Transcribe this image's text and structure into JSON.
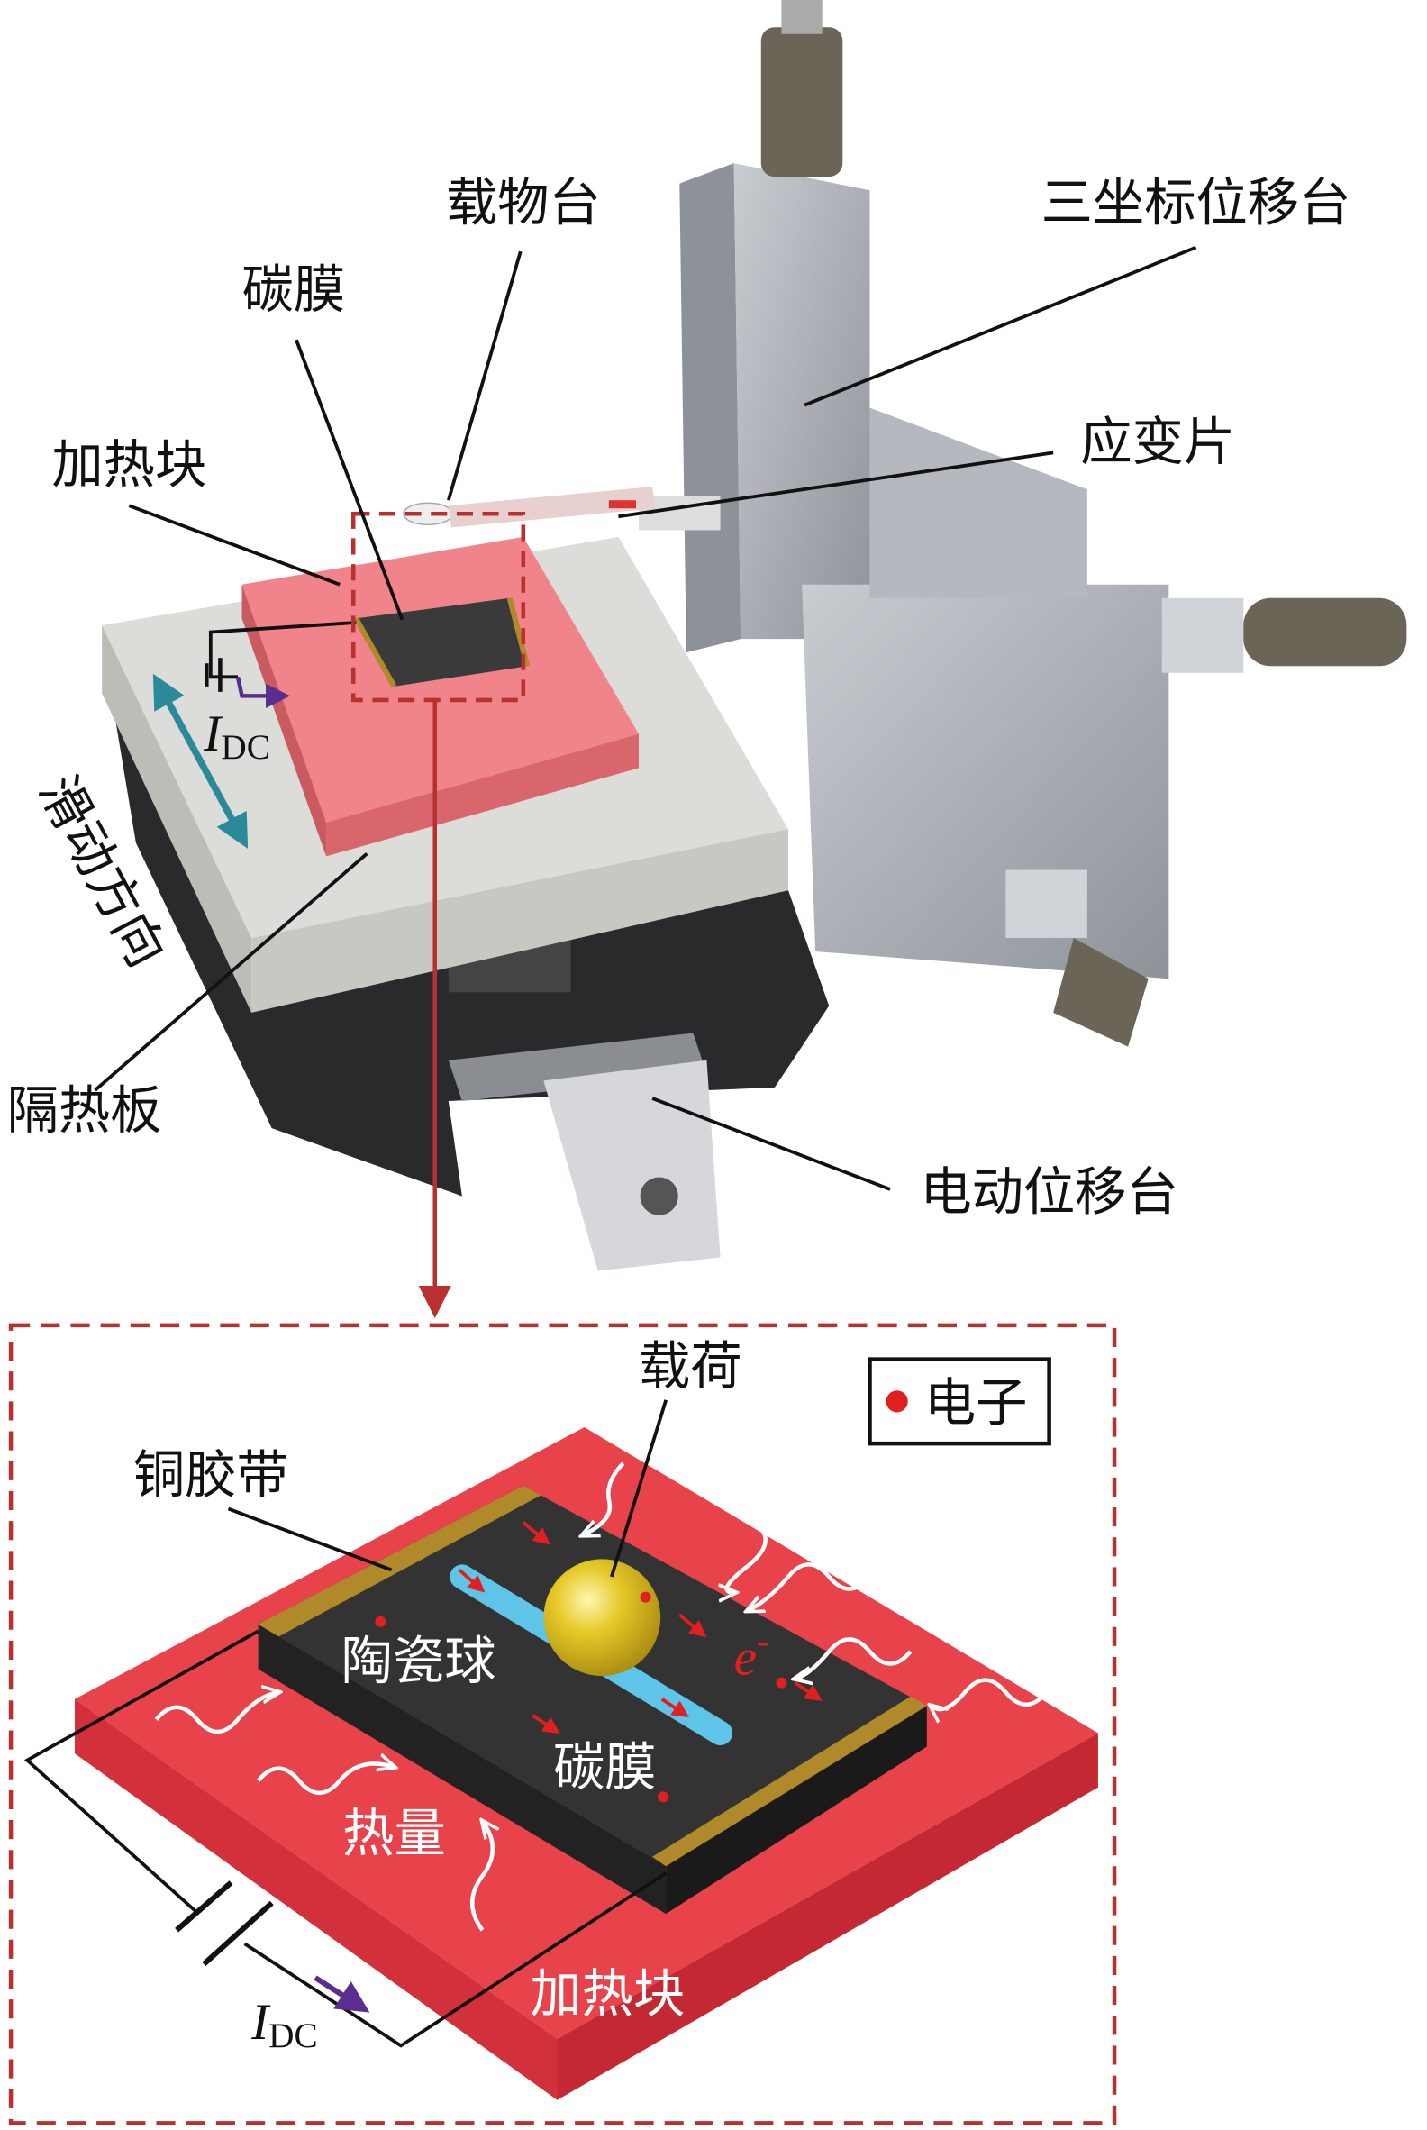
{
  "apparatus": {
    "labels": {
      "sample_stage": "载物台",
      "three_axis_stage": "三坐标位移台",
      "carbon_film": "碳膜",
      "heating_block": "加热块",
      "strain_gauge": "应变片",
      "current_symbol": "I",
      "current_subscript": "DC",
      "sliding_direction": "滑动方向",
      "insulation_plate": "隔热板",
      "motorized_stage": "电动位移台"
    }
  },
  "inset": {
    "labels": {
      "load": "载荷",
      "copper_tape": "铜胶带",
      "ceramic_ball": "陶瓷球",
      "electron_symbol": "e",
      "electron_superscript": "-",
      "carbon_film": "碳膜",
      "heat": "热量",
      "heating_block": "加热块",
      "current_symbol": "I",
      "current_subscript": "DC"
    },
    "legend": {
      "electron": "电子"
    }
  },
  "colors": {
    "dashed_box": "#b8312f",
    "heater_red": "#e8434a",
    "film_dark": "#2f2f2f",
    "copper": "#b08a2a",
    "ball_yellow": "#e6c928",
    "track_blue": "#5ec4e8",
    "current_arrow": "#5b2d8e"
  }
}
